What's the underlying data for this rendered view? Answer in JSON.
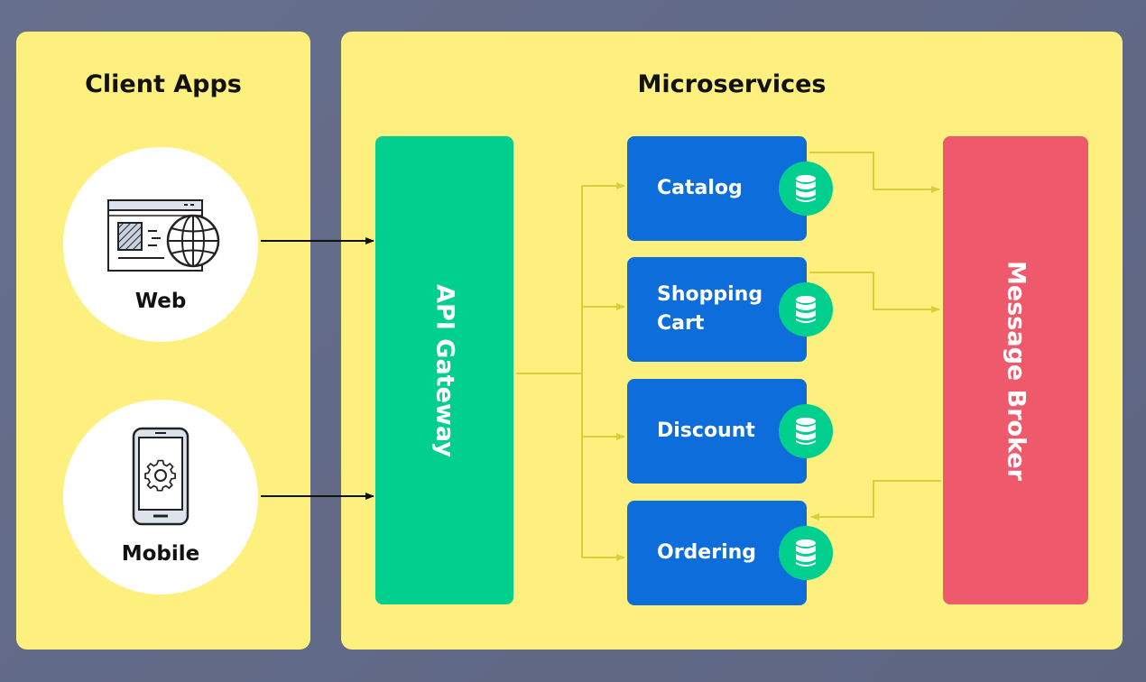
{
  "client_apps": {
    "title": "Client Apps",
    "web_label": "Web",
    "mobile_label": "Mobile"
  },
  "microservices": {
    "title": "Microservices",
    "gateway_label": "API Gateway",
    "services": [
      {
        "label": "Catalog"
      },
      {
        "label": "Shopping Cart"
      },
      {
        "label": "Discount"
      },
      {
        "label": "Ordering"
      }
    ],
    "broker_label": "Message Broker"
  },
  "colors": {
    "background": "#666f8b",
    "panel": "#fdf07e",
    "gateway": "#00cf8e",
    "service": "#0c6ddb",
    "broker": "#ee5a6b",
    "connector": "#d8cf3a"
  }
}
